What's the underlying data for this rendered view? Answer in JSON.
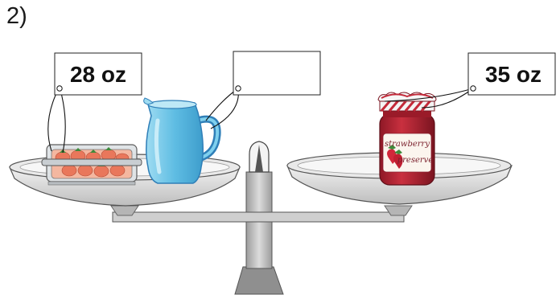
{
  "question_number": "2)",
  "tags": {
    "left": "28 oz",
    "middle": "",
    "right": "35 oz"
  },
  "jar_label": {
    "line1": "strawberry",
    "line2": "preserve"
  },
  "colors": {
    "pitcher": "#6cc3e6",
    "pitcher_outline": "#2f7fb8",
    "jam": "#b3202f",
    "jam_dark": "#7d1521",
    "lid_stripe": "#c42a3a",
    "pan": "#d9d9d9",
    "pan_dark": "#a9a9a9",
    "stand": "#b9b9b9",
    "strawberry": "#e9775b",
    "leaf": "#3e8a3a"
  },
  "icons": {
    "left_item": "strawberry-container-icon",
    "middle_item": "pitcher-icon",
    "right_item": "jam-jar-icon",
    "device": "balance-scale-icon"
  }
}
